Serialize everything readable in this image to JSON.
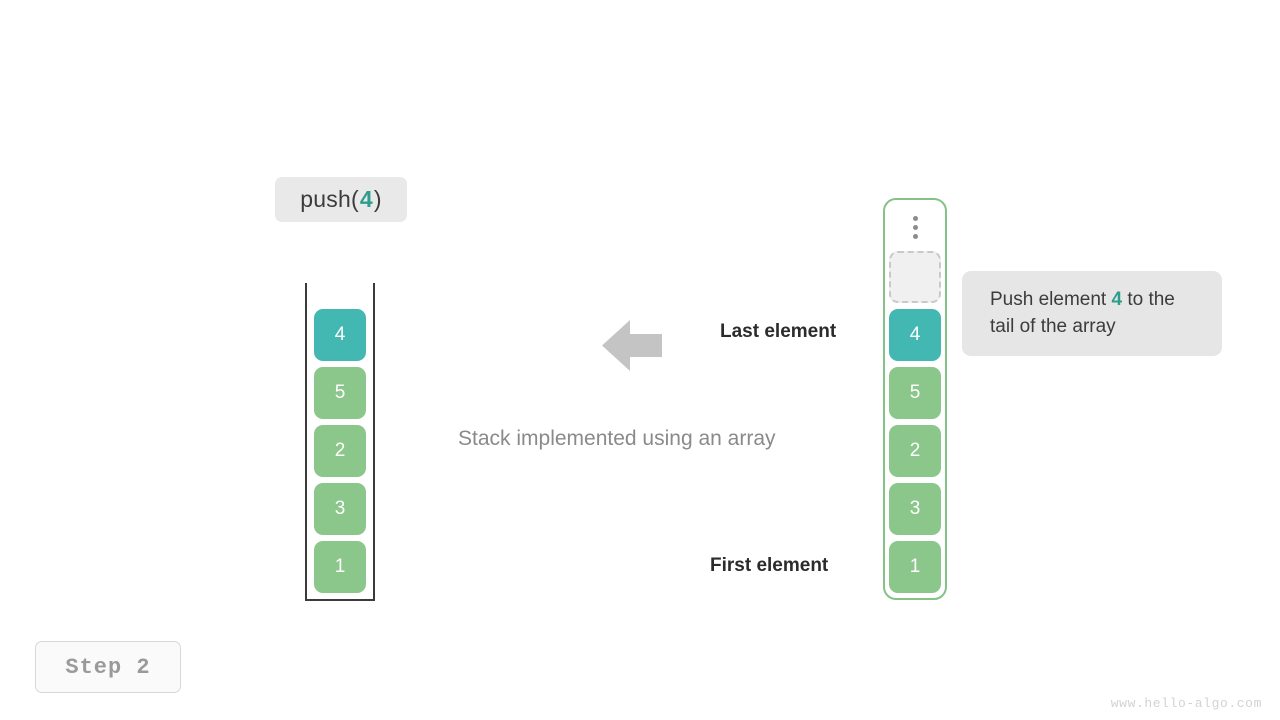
{
  "operation": {
    "prefix": "push(",
    "argument": "4",
    "suffix": ")"
  },
  "stack": {
    "caption": "Stack implemented using an array",
    "items": [
      {
        "value": "1",
        "color": "green"
      },
      {
        "value": "3",
        "color": "green"
      },
      {
        "value": "2",
        "color": "green"
      },
      {
        "value": "5",
        "color": "green"
      },
      {
        "value": "4",
        "color": "teal"
      }
    ]
  },
  "array": {
    "ellipsis_icon": "vertical-ellipsis-icon",
    "empty_slot_label": "",
    "items": [
      {
        "value": "1",
        "color": "green"
      },
      {
        "value": "3",
        "color": "green"
      },
      {
        "value": "2",
        "color": "green"
      },
      {
        "value": "5",
        "color": "green"
      },
      {
        "value": "4",
        "color": "teal"
      }
    ]
  },
  "tooltip": {
    "text_before": "Push element ",
    "highlight": "4",
    "text_after": " to the tail of the array"
  },
  "annotations": {
    "arrow_icon": "arrow-left-icon",
    "last_element": "Last element",
    "first_element": "First element"
  },
  "step_badge": {
    "label": "Step 2"
  },
  "watermark": {
    "text": "www.hello-algo.com"
  },
  "colors": {
    "teal": "#43b8b3",
    "green": "#8bc68a",
    "accent_text": "#2e9e8c",
    "array_border": "#85c285",
    "arrow": "#c4c4c4"
  }
}
